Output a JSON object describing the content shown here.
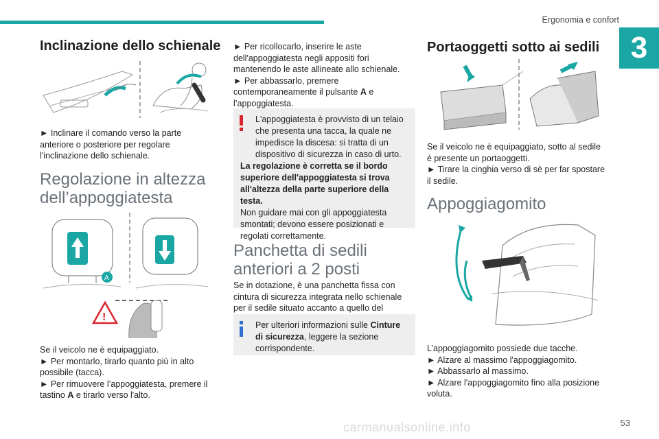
{
  "header": {
    "section": "Ergonomia e confort",
    "chapter": "3"
  },
  "col1": {
    "title1": "Inclinazione dello schienale",
    "text1": "► Inclinare il comando verso la parte anteriore o posteriore per regolare l'inclinazione dello schienale.",
    "title2_l1": "Regolazione in altezza",
    "title2_l2": "dell’appoggiatesta",
    "label_a": "A",
    "text2_l1": "Se il veicolo ne è equipaggiato.",
    "text2_l2": "► Per montarlo, tirarlo quanto più in alto possibile (tacca).",
    "text2_l3a": "► Per rimuovere l’appoggiatesta, premere il tastino ",
    "text2_l3b": "A",
    "text2_l3c": " e tirarlo verso l'alto."
  },
  "col2": {
    "text1a": "► Per ricollocarlo, inserire le aste dell'appoggiatesta negli appositi fori mantenendo le aste allineate allo schienale.",
    "text1b": "► Per abbassarlo, premere contemporaneamente il pulsante ",
    "text1b_bold": "A",
    "text1b_end": " e l’appoggiatesta.",
    "warning_1": "L'appoggiatesta è provvisto di un telaio che presenta una tacca, la quale ne impedisce la discesa: si tratta di un dispositivo di sicurezza in caso di urto.",
    "warning_bold": "La regolazione è corretta se il bordo superiore dell'appoggiatesta si trova all'altezza della parte superiore della testa.",
    "warning_2": "Non guidare mai con gli appoggiatesta smontati; devono essere posizionati e regolati correttamente.",
    "title_l1": "Panchetta di sedili",
    "title_l2": "anteriori a 2 posti",
    "text2": "Se in dotazione, è una panchetta fissa con cintura di sicurezza integrata nello schienale per il sedile situato accanto a quello del guidatore.",
    "info_a": "Per ulteriori informazioni sulle ",
    "info_bold": "Cinture di sicurezza",
    "info_b": ", leggere la sezione corrispondente."
  },
  "col3": {
    "title1": "Portaoggetti sotto ai sedili",
    "text1_l1": "Se il veicolo ne è equipaggiato, sotto al sedile è presente un portaoggetti.",
    "text1_l2": "► Tirare la cinghia verso di sè per far spostare il sedile.",
    "title2": "Appoggiagomito",
    "text2_l1": "L’appoggiagomito possiede due tacche.",
    "text2_l2": "► Alzare al massimo l'appoggiagomito.",
    "text2_l3": "► Abbassarlo al massimo.",
    "text2_l4": "► Alzare l'appoggiagomito fino alla posizione voluta."
  },
  "footer": {
    "page": "53",
    "watermark": "carmanualsonline.info"
  },
  "colors": {
    "accent": "#1aa7a4",
    "warning": "#d7262d",
    "info": "#2f6fd0"
  }
}
